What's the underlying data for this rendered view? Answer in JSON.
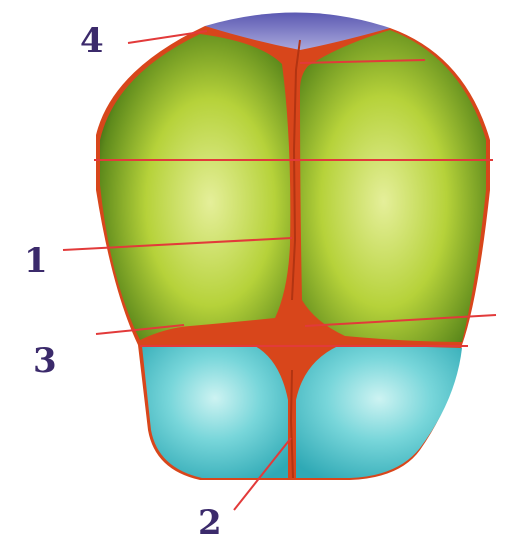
{
  "labels": {
    "one": "1",
    "two": "2",
    "three": "3",
    "four": "4"
  },
  "colors": {
    "bone_green": "#aecd2d",
    "bone_green_light": "#dde98a",
    "bone_blue": "#54c7cf",
    "bone_blue_light": "#b9ecec",
    "bone_purple": "#6e6cc0",
    "suture_orange": "#d8461b",
    "guide_line": "#e23a3a",
    "label_color": "#3b2a6b"
  }
}
